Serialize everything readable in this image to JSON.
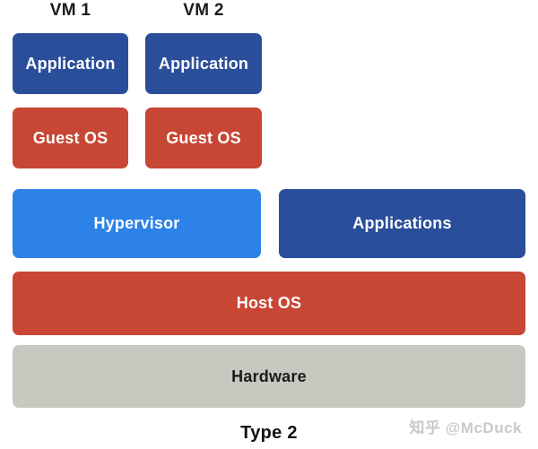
{
  "diagram": {
    "vm1_label": "VM 1",
    "vm2_label": "VM 2",
    "vm1": {
      "application": "Application",
      "guest_os": "Guest OS"
    },
    "vm2": {
      "application": "Application",
      "guest_os": "Guest OS"
    },
    "hypervisor": "Hypervisor",
    "applications": "Applications",
    "host_os": "Host OS",
    "hardware": "Hardware",
    "caption": "Type 2"
  },
  "watermark": "知乎 @McDuck",
  "colors": {
    "dark_blue": "#2A4E9A",
    "red": "#C74634",
    "light_blue": "#2D82E8",
    "gray": "#C9C8C0",
    "text_dark": "#1b1b1b",
    "watermark_gray": "#c9c9c9"
  }
}
